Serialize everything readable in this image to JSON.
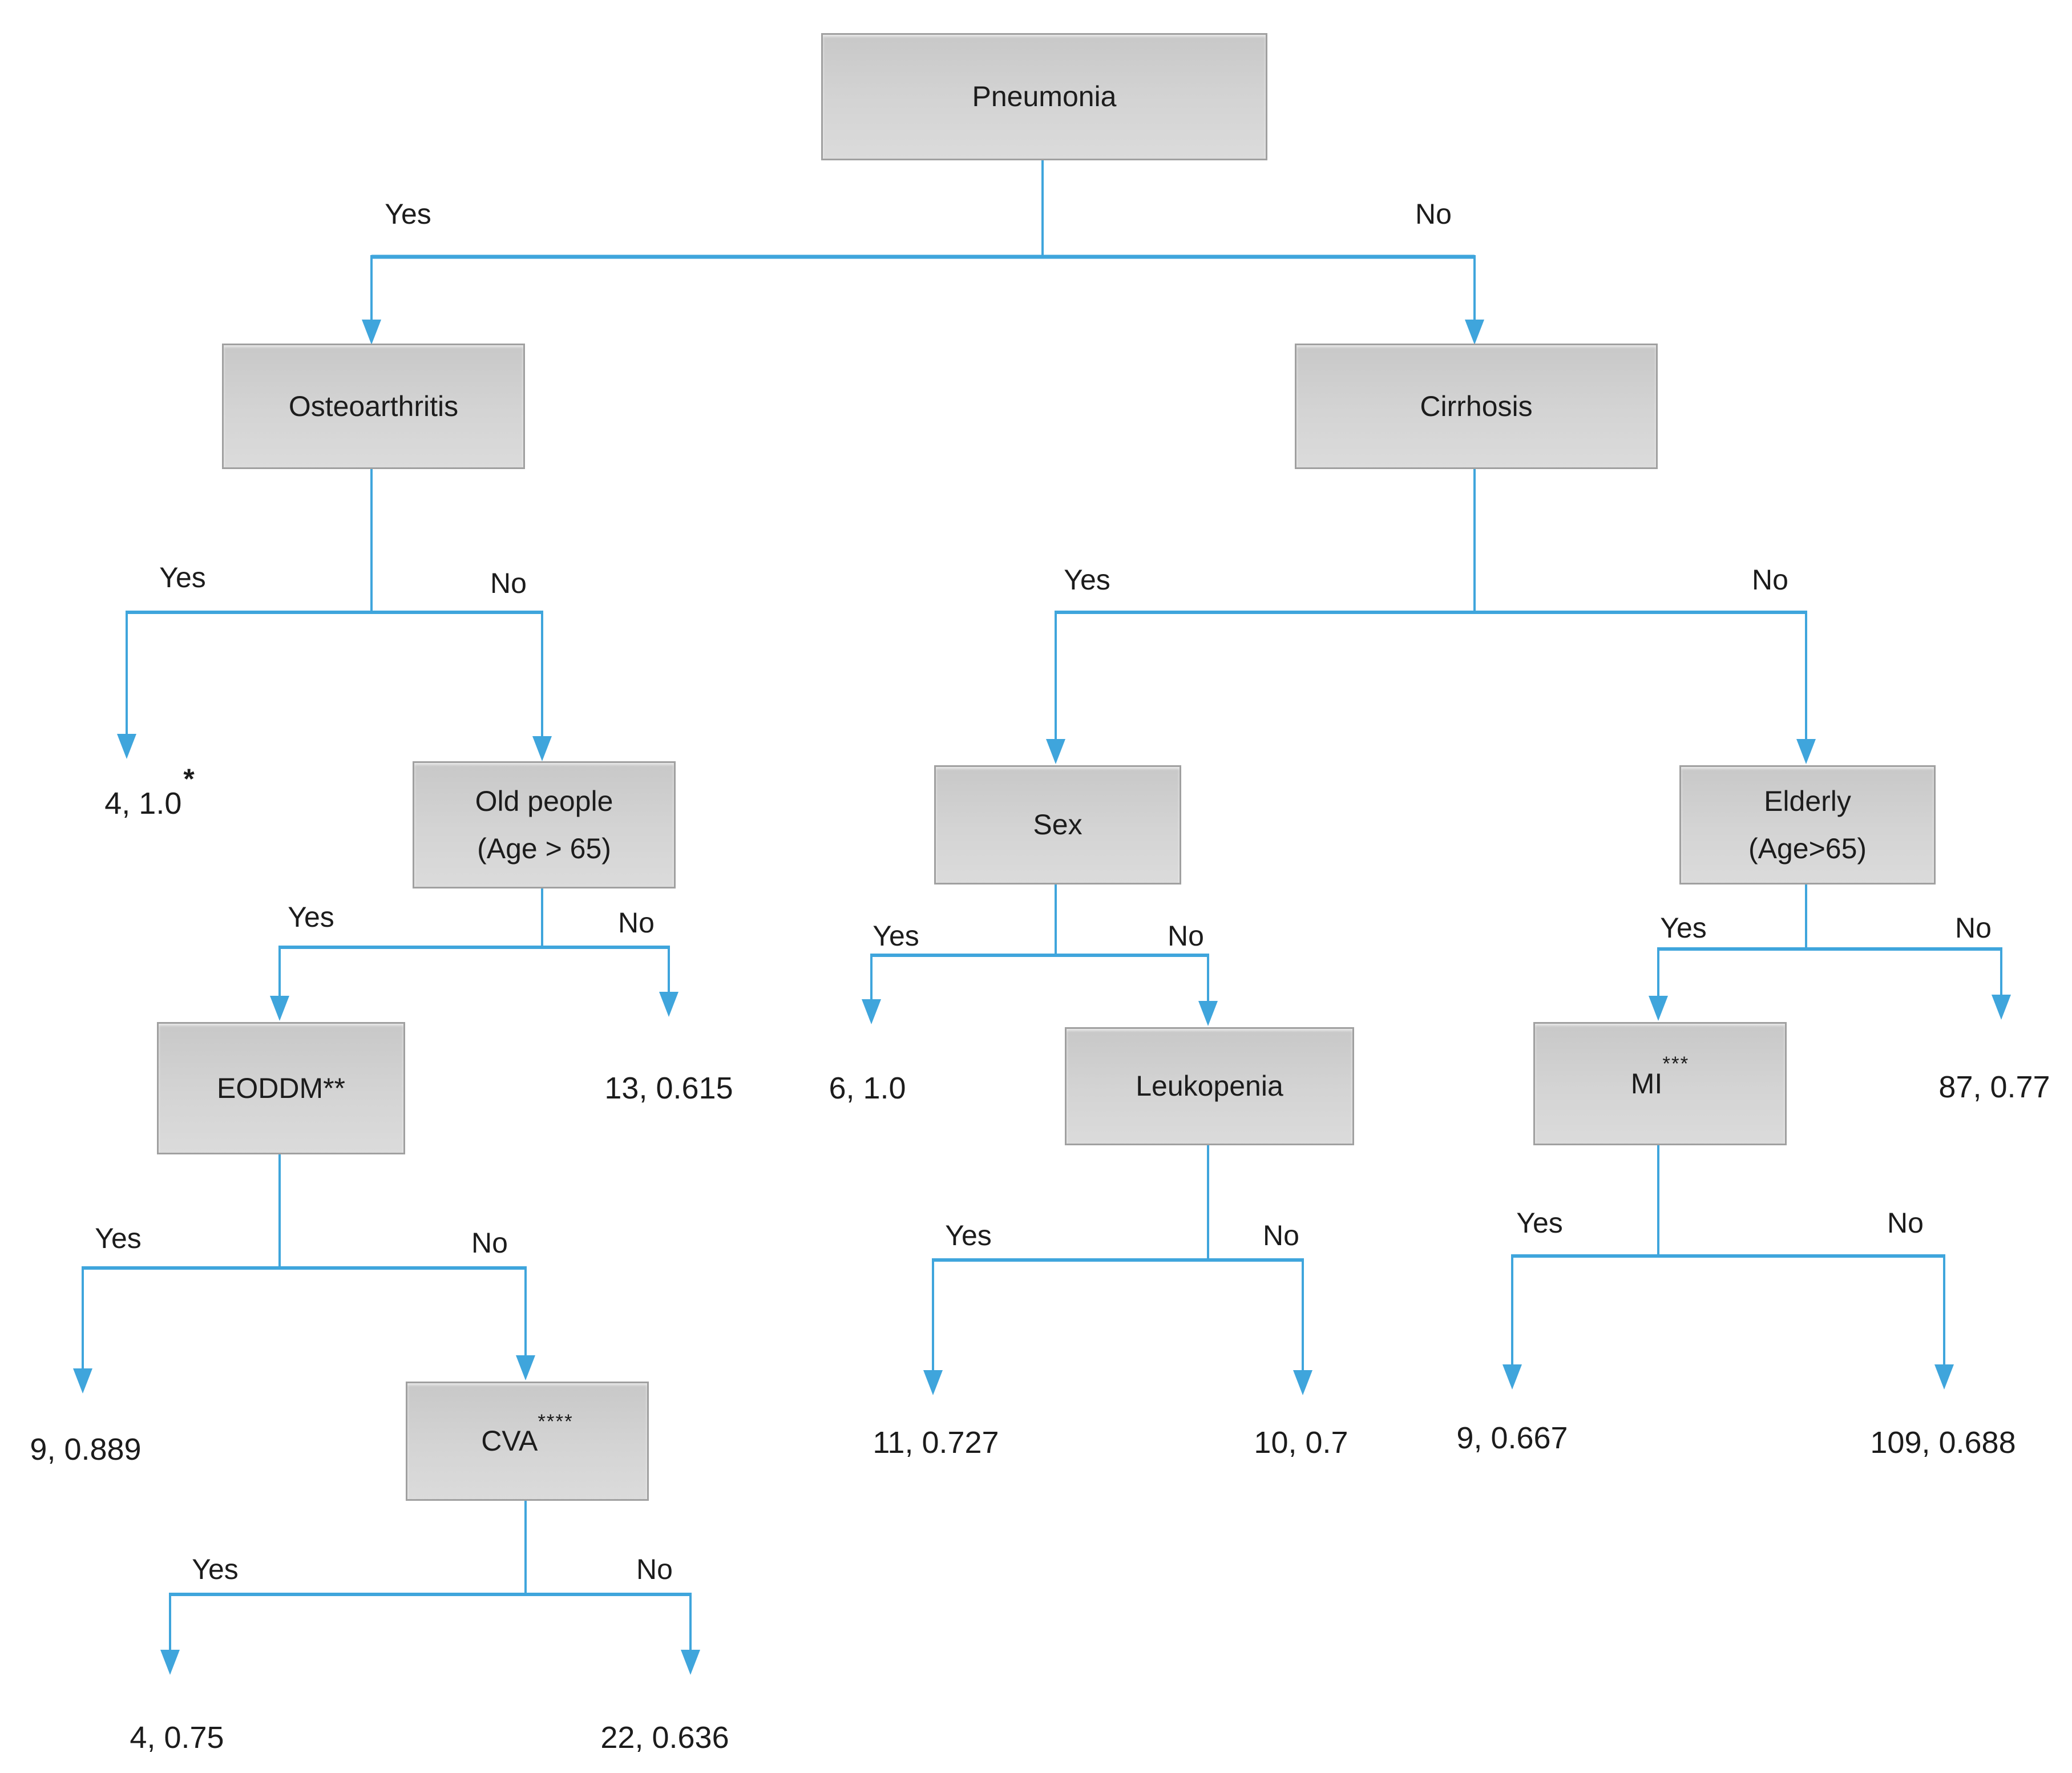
{
  "diagram": {
    "edge_labels": {
      "yes": "Yes",
      "no": "No"
    },
    "colors": {
      "line_blue": "#3FA5DC",
      "box_fill_top": "#c8c8c8",
      "box_fill_bottom": "#dbdbdb",
      "box_border": "#a0a0a0",
      "text": "#1c1c1c"
    },
    "nodes": {
      "pneumonia": {
        "label": "Pneumonia"
      },
      "osteoarthritis": {
        "label": "Osteoarthritis"
      },
      "cirrhosis": {
        "label": "Cirrhosis"
      },
      "old_people": {
        "line1": "Old people",
        "line2": "(Age > 65)"
      },
      "sex": {
        "label": "Sex"
      },
      "elderly": {
        "line1": "Elderly",
        "line2": "(Age>65)"
      },
      "eoddm": {
        "label": "EODDM**"
      },
      "leukopenia": {
        "label": "Leukopenia"
      },
      "mi": {
        "label": "MI",
        "sup": "***"
      },
      "cva": {
        "label": "CVA",
        "sup": "****"
      }
    },
    "leaves": {
      "osteoarthritis_yes": {
        "value": "4, 1.0",
        "sup": "*"
      },
      "old_people_no": {
        "value": "13, 0.615"
      },
      "eoddm_yes": {
        "value": "9, 0.889"
      },
      "cva_yes": {
        "value": "4, 0.75"
      },
      "cva_no": {
        "value": "22, 0.636"
      },
      "sex_yes": {
        "value": "6, 1.0"
      },
      "leukopenia_yes": {
        "value": "11, 0.727"
      },
      "leukopenia_no": {
        "value": "10, 0.7"
      },
      "mi_yes": {
        "value": "9, 0.667"
      },
      "mi_no": {
        "value": "109, 0.688"
      },
      "elderly_no": {
        "value": "87, 0.77"
      }
    }
  }
}
